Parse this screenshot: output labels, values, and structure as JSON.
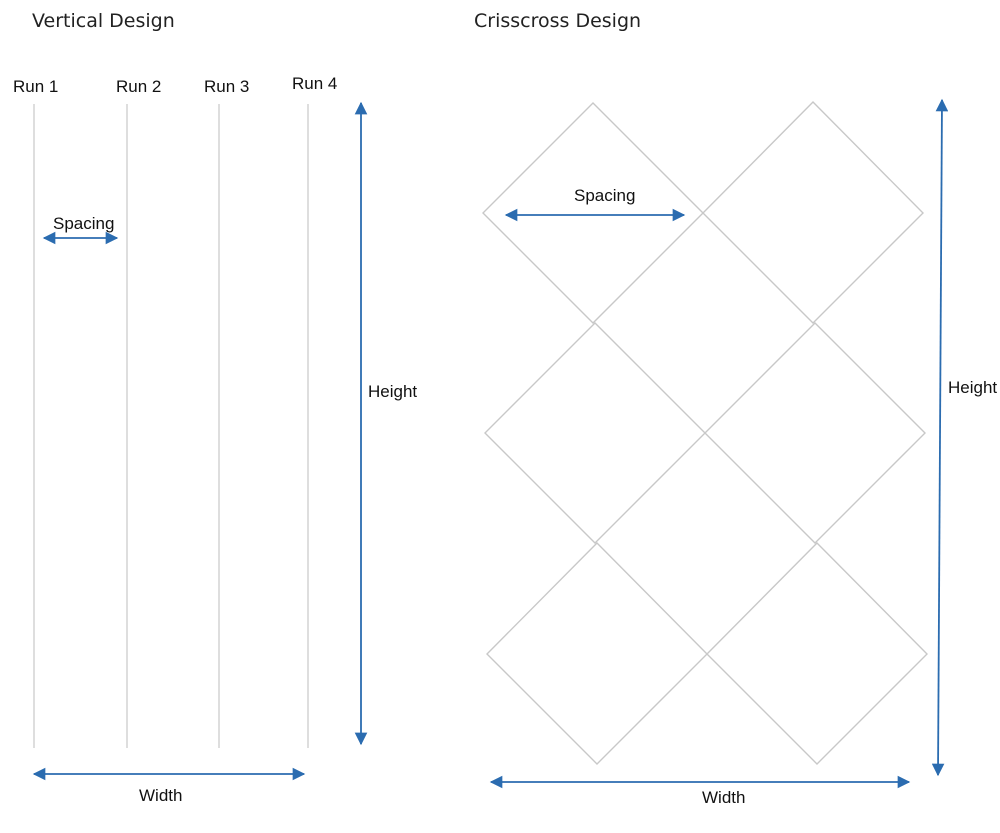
{
  "vertical": {
    "title": "Vertical Design",
    "runs": [
      "Run 1",
      "Run 2",
      "Run 3",
      "Run 4"
    ],
    "spacing_label": "Spacing",
    "height_label": "Height",
    "width_label": "Width"
  },
  "crisscross": {
    "title": "Crisscross Design",
    "spacing_label": "Spacing",
    "height_label": "Height",
    "width_label": "Width"
  },
  "colors": {
    "arrow": "#2b6cb0",
    "line": "#cfcfcf",
    "text": "#111111"
  }
}
